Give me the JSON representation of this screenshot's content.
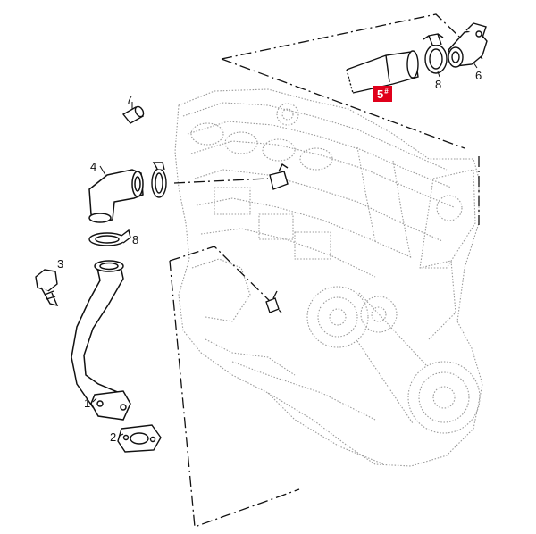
{
  "callouts": {
    "c1": "1",
    "c2": "2",
    "c3": "3",
    "c4": "4",
    "c5": "5",
    "c6": "6",
    "c7": "7",
    "c8a": "8",
    "c8b": "8"
  },
  "highlight": {
    "part": "5",
    "marker": "#",
    "color": "#e0001b"
  }
}
